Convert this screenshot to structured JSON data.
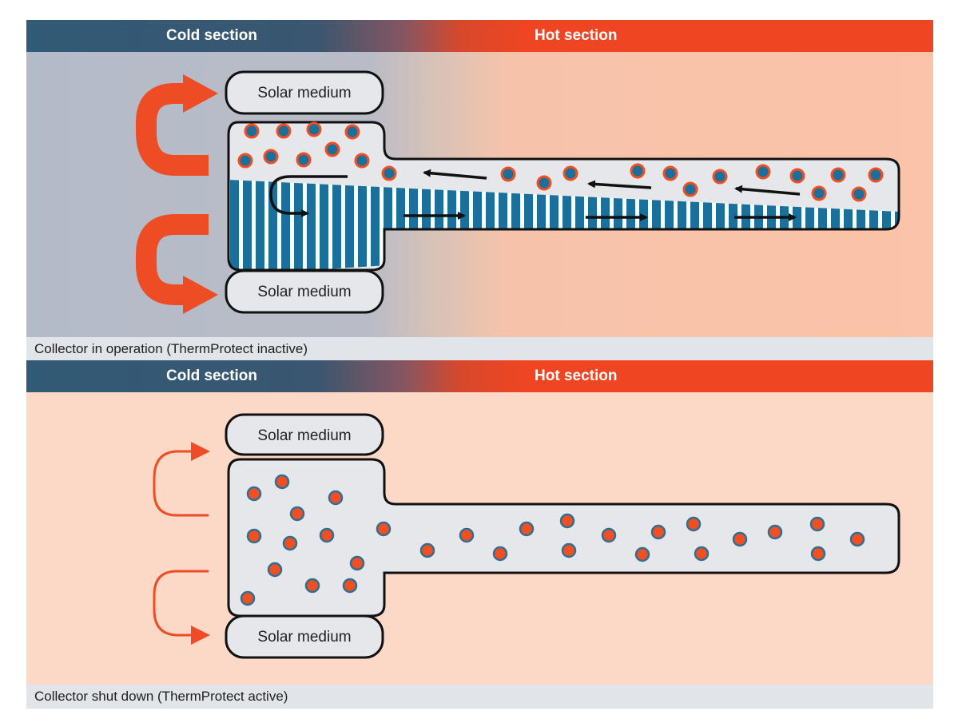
{
  "panels": [
    {
      "cold_label": "Cold section",
      "hot_label": "Hot section",
      "top_medium_label": "Solar medium",
      "bottom_medium_label": "Solar medium",
      "caption": "Collector in operation (ThermProtect inactive)"
    },
    {
      "cold_label": "Cold section",
      "hot_label": "Hot section",
      "top_medium_label": "Solar medium",
      "bottom_medium_label": "Solar medium",
      "caption": "Collector shut down (ThermProtect active)"
    }
  ],
  "colors": {
    "header_cold": "#315a76",
    "header_hot": "#ef4522",
    "liquid_blue": "#1a6f9b",
    "vapor_dot_fill": "#1a6f9b",
    "vapor_dot_ring": "#f04e23",
    "gas_dot_fill": "#f04e23",
    "gas_dot_ring": "#2f6f92",
    "flow_arrow": "#ee4c25",
    "chamber_fill": "#e6e7ea"
  }
}
